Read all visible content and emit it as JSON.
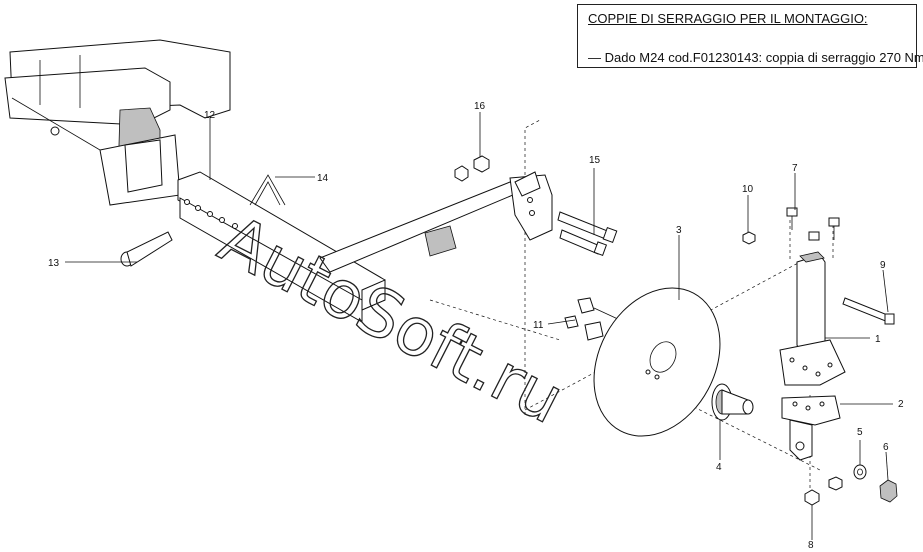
{
  "notes": {
    "title": "COPPIE DI SERRAGGIO PER IL MONTAGGIO:",
    "line": "— Dado M24 cod.F01230143: coppia di serraggio 270 Nm"
  },
  "callouts": {
    "c1": "1",
    "c2": "2",
    "c3": "3",
    "c4": "4",
    "c5": "5",
    "c6": "6",
    "c7": "7",
    "c8": "8",
    "c9": "9",
    "c10": "10",
    "c11": "11",
    "c12": "12",
    "c13": "13",
    "c14": "14",
    "c15": "15",
    "c16": "16"
  },
  "watermark": "AutoSoft.ru"
}
